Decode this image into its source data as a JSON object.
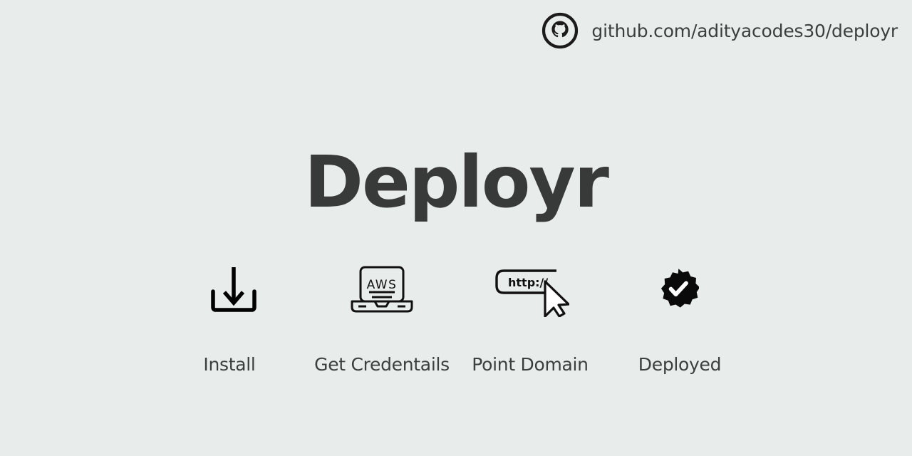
{
  "header": {
    "icon": "github-icon",
    "repo_url": "github.com/adityacodes30/deployr"
  },
  "page_title": "Deployr",
  "colors": {
    "background": "#e8ecea",
    "text": "#3b3f3e",
    "title": "#383a39",
    "icon_stroke": "#000000"
  },
  "steps": [
    {
      "icon": "download-icon",
      "label": "Install"
    },
    {
      "icon": "aws-laptop-icon",
      "label": "Get Credentails"
    },
    {
      "icon": "url-bar-cursor-icon",
      "label": "Point Domain"
    },
    {
      "icon": "verified-badge-icon",
      "label": "Deployed"
    }
  ]
}
